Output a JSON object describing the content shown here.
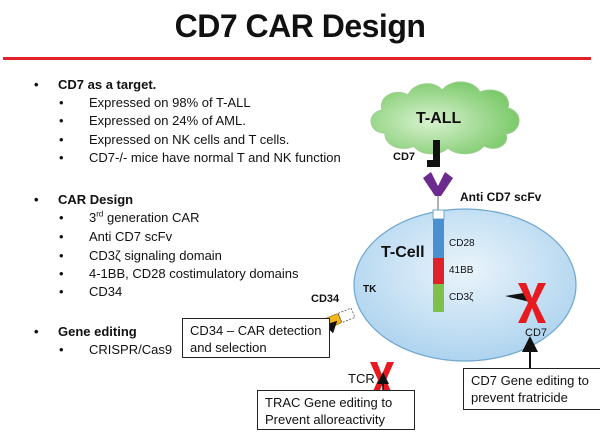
{
  "title": "CD7 CAR Design",
  "colors": {
    "rule": "#e0202a",
    "cloud": "#b5e3a8",
    "cell": "#cfe6f5",
    "scfv": "#6a2a8e",
    "cd28": "#4a8fd0",
    "bb41": "#e0202a",
    "cd3z": "#7dc04b",
    "cd34": "#f2b51e",
    "knockout_x": "#e8191f"
  },
  "sections": [
    {
      "heading": "CD7 as a target.",
      "items": [
        {
          "text": "Expressed on 98% of T-ALL"
        },
        {
          "text": "Expressed on 24% of AML."
        },
        {
          "text": "Expressed on NK cells and T cells."
        },
        {
          "text": "CD7-/- mice have normal T and NK function"
        }
      ]
    },
    {
      "heading": "CAR Design",
      "items": [
        {
          "prefix": "3",
          "sup": "rd",
          "text": " generation CAR"
        },
        {
          "text": "Anti CD7 scFv"
        },
        {
          "text": "CD3ζ signaling domain"
        },
        {
          "text": "4-1BB, CD28 costimulatory domains"
        },
        {
          "text": "CD34"
        }
      ]
    },
    {
      "heading": "Gene editing",
      "items": [
        {
          "text": "CRISPR/Cas9"
        }
      ]
    }
  ],
  "diagram": {
    "tumor_label": "T-ALL",
    "cd7_label": "CD7",
    "scfv_label": "Anti CD7 scFv",
    "cell_label": "T-Cell",
    "domains": [
      "CD28",
      "41BB",
      "CD3ζ"
    ],
    "cd34_label": "CD34",
    "tk_label": "TK",
    "tcr_label": "TCR",
    "cd7_ko_label": "CD7",
    "callouts": {
      "cd34": [
        "CD34 – CAR detection",
        "and selection"
      ],
      "trac": [
        "TRAC Gene editing to",
        "Prevent alloreactivity"
      ],
      "cd7": [
        "CD7 Gene editing to",
        "prevent fratricide"
      ]
    }
  }
}
